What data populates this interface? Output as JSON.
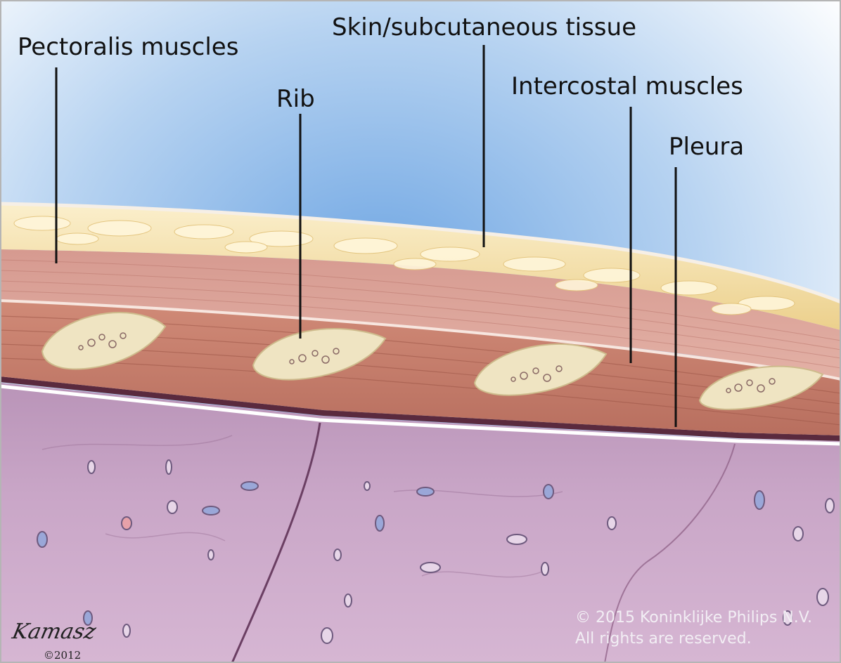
{
  "labels": {
    "pectoralis": "Pectoralis muscles",
    "skin": "Skin/subcutaneous tissue",
    "rib": "Rib",
    "intercostal": "Intercostal muscles",
    "pleura": "Pleura"
  },
  "copyright": {
    "line1": "© 2015 Koninklijke Philips N.V.",
    "line2": "All rights are reserved."
  },
  "signature": {
    "name": "Kamasz",
    "year": "©2012"
  },
  "colors": {
    "sky": "#7fb2e6",
    "fat": "#f3dfa8",
    "muscle": "#d9a094",
    "intercostal": "#c7806e",
    "rib": "#efe6c8",
    "lung": "#c9a6c6",
    "leader": "#111111"
  }
}
